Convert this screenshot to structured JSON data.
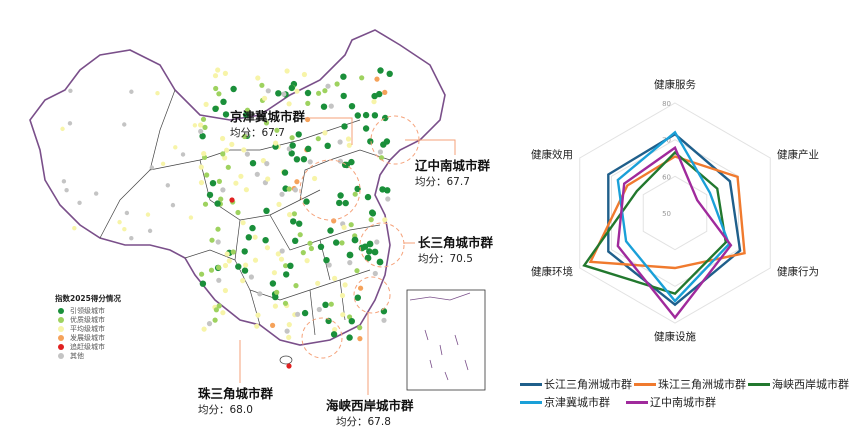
{
  "map": {
    "legend": {
      "title": "指数2025得分情况",
      "items": [
        {
          "label": "引领级城市",
          "color": "#1a8f3a"
        },
        {
          "label": "优质级城市",
          "color": "#9ed25f"
        },
        {
          "label": "平均级城市",
          "color": "#f7f4a8"
        },
        {
          "label": "发展级城市",
          "color": "#f5a25a"
        },
        {
          "label": "追赶级城市",
          "color": "#e02020"
        },
        {
          "label": "其他",
          "color": "#c4c4c4"
        }
      ]
    },
    "clusters": [
      {
        "name": "京津冀城市群",
        "avg": "均分：67.7"
      },
      {
        "name": "辽中南城市群",
        "avg": "均分：67.7"
      },
      {
        "name": "长三角城市群",
        "avg": "均分：70.5"
      },
      {
        "name": "珠三角城市群",
        "avg": "均分：68.0"
      },
      {
        "name": "海峡西岸城市群",
        "avg": "均分：67.8"
      }
    ]
  },
  "chart_data": {
    "type": "radar",
    "axes": [
      "健康服务",
      "健康产业",
      "健康行为",
      "健康设施",
      "健康环境",
      "健康效用"
    ],
    "ticks": [
      "50",
      "60",
      "70",
      "80"
    ],
    "range": [
      50,
      80
    ],
    "series": [
      {
        "name": "长江三角洲城市群",
        "color": "#1f5f8b",
        "values": [
          71.5,
          67.3,
          70.5,
          75,
          71,
          71
        ]
      },
      {
        "name": "珠江三角洲城市群",
        "color": "#f07a2e",
        "values": [
          65.4,
          69.7,
          71.9,
          65,
          76.6,
          65
        ]
      },
      {
        "name": "海峡西岸城市群",
        "color": "#22782e",
        "values": [
          66.5,
          63.3,
          66,
          72,
          78.6,
          62
        ]
      },
      {
        "name": "京津冀城市群",
        "color": "#1aa0d8",
        "values": [
          72,
          61,
          67,
          74,
          65.4,
          68
        ]
      },
      {
        "name": "辽中南城市群",
        "color": "#a02a9c",
        "values": [
          67.8,
          57,
          67.6,
          78.5,
          68,
          66
        ]
      }
    ]
  }
}
